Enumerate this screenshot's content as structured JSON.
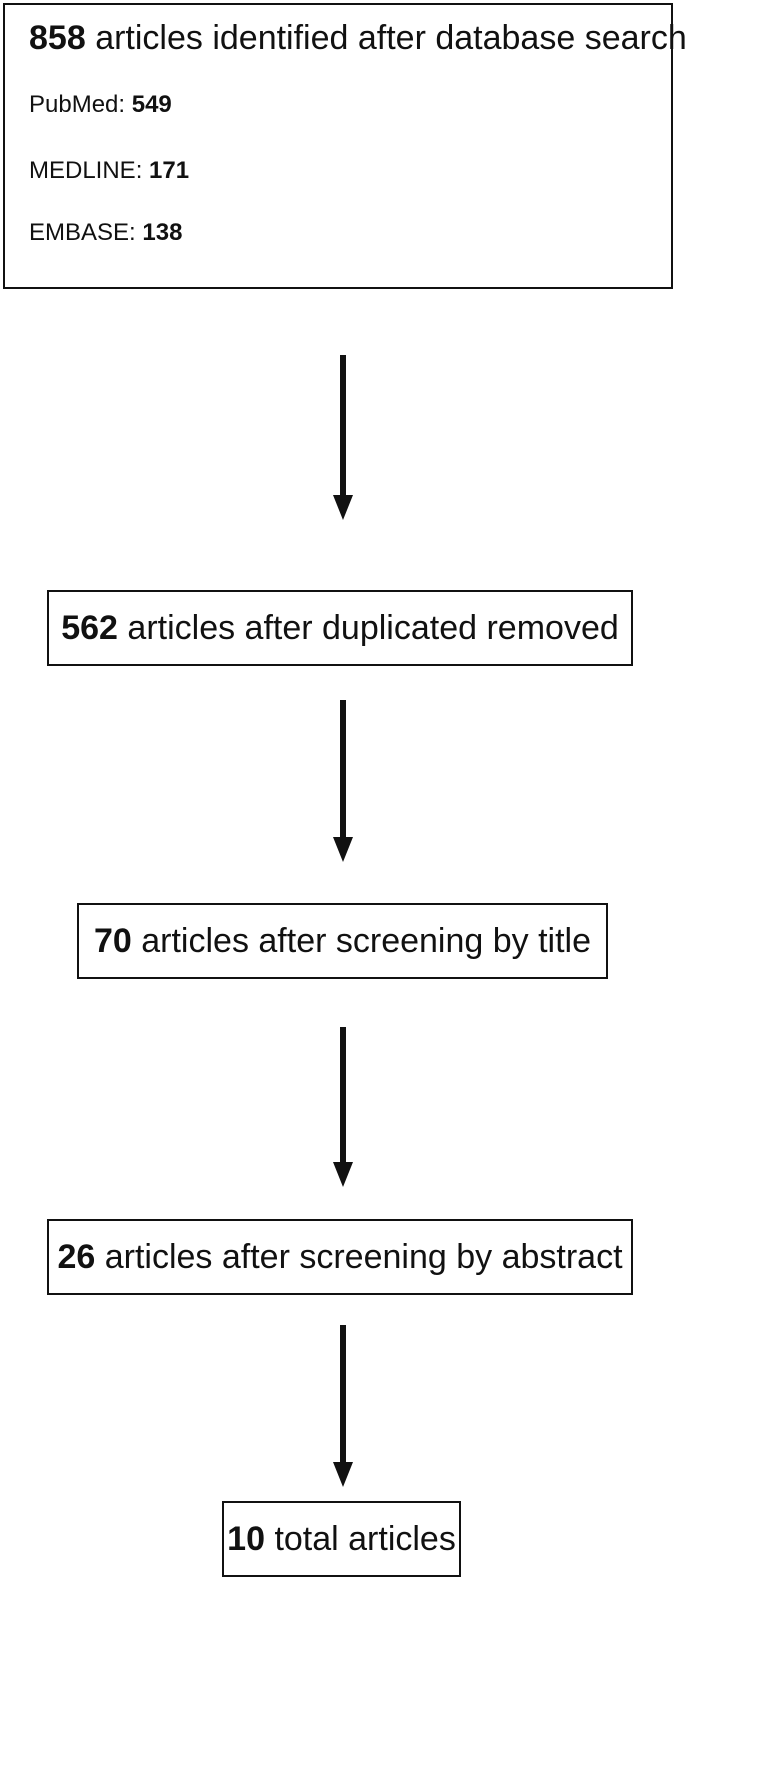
{
  "box_search": {
    "count": "858",
    "text": "articles identified after database search",
    "sources": [
      {
        "label": "PubMed:",
        "count": "549"
      },
      {
        "label": "MEDLINE:",
        "count": "171"
      },
      {
        "label": "EMBASE:",
        "count": "138"
      }
    ]
  },
  "box_dedup": {
    "count": "562",
    "text": "articles after duplicated removed"
  },
  "box_title": {
    "count": "70",
    "text": "articles after screening by title"
  },
  "box_abstract": {
    "count": "26",
    "text": "articles after screening by abstract"
  },
  "box_total": {
    "count": "10",
    "text": "total articles"
  }
}
